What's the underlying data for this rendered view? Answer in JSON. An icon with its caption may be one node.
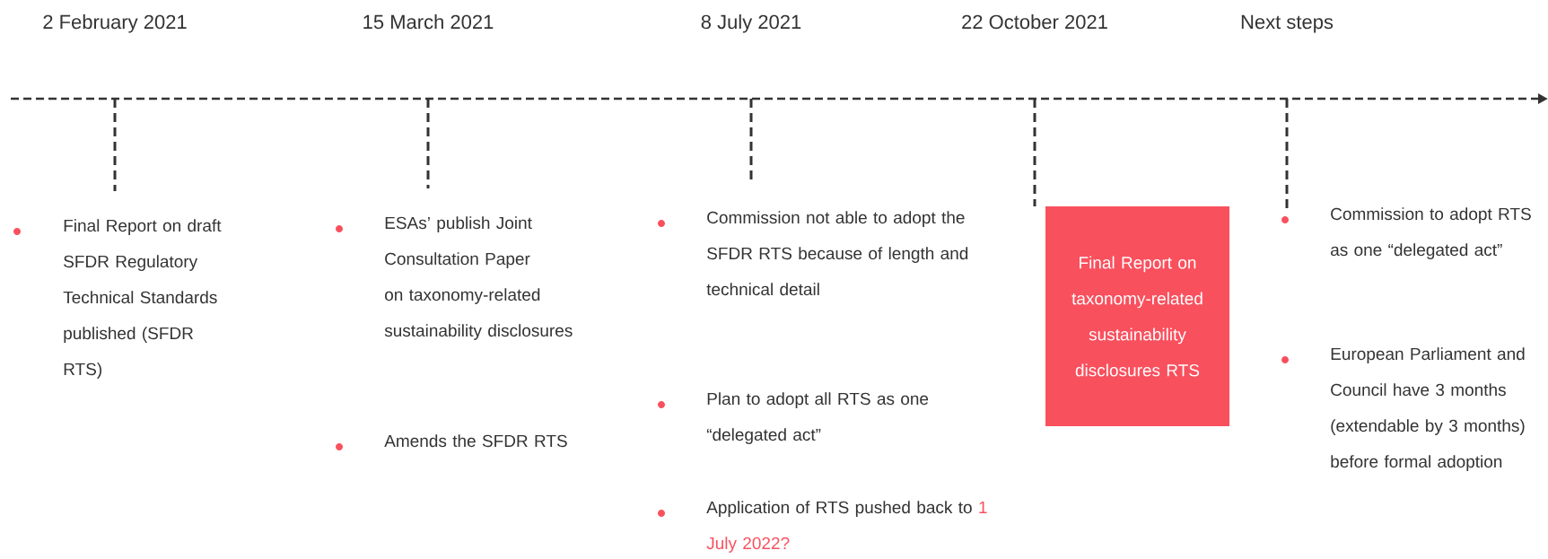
{
  "diagram": {
    "nodes": [
      {
        "text": [
          "Final Report on taxonomy-related sustainability disclosures RTS"
        ]
      }
    ],
    "labels": [
      "2 February 2021",
      "15 March 2021",
      "8 July 2021",
      "22 October 2021",
      "Next steps",
      "Final Report on draft SFDR Regulatory Technical Standards published (SFDR RTS)",
      "ESAs’ publish Joint Consultation Paper on taxonomy-related sustainability disclosures",
      "Amends the SFDR RTS",
      "Commission not able to adopt the SFDR RTS because of length and technical detail",
      "Plan to adopt all RTS as one “delegated act”",
      "Application of RTS pushed back to",
      "1 July 2022?",
      "Commission to adopt RTS as one “delegated act”",
      "European Parliament and Council have 3 months (extendable by 3 months) before formal adoption"
    ]
  }
}
